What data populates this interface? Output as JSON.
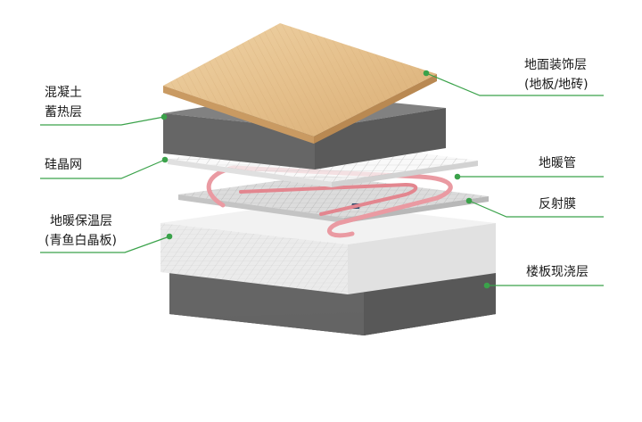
{
  "colors": {
    "leader_line": "#3aa24a",
    "leader_dot": "#3aa24a",
    "wood": "#e6c593",
    "concrete": "#7d7d7d",
    "insulation": "#f4f4f4",
    "pipe": "#e79aa0",
    "mesh": "#d9d9d9"
  },
  "labels": {
    "concrete_storage": {
      "line1": "混凝土",
      "line2": "蓄热层"
    },
    "silicon_mesh": {
      "line1": "硅晶网"
    },
    "insulation": {
      "line1": "地暖保温层",
      "line2": "(青鱼白晶板)"
    },
    "floor_finish": {
      "line1": "地面装饰层",
      "line2": "(地板/地砖)"
    },
    "heating_pipe": {
      "line1": "地暖管"
    },
    "reflective_film": {
      "line1": "反射膜"
    },
    "slab": {
      "line1": "楼板现浇层"
    }
  }
}
